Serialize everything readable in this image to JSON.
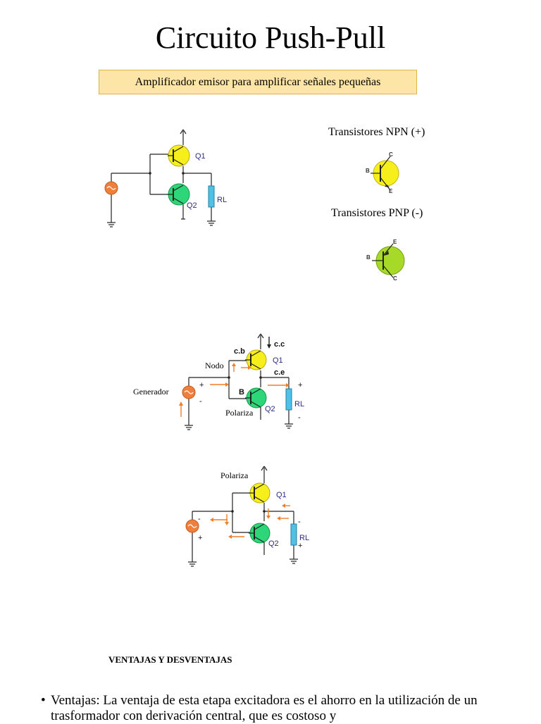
{
  "title": "Circuito Push-Pull",
  "subtitle": "Amplificador emisor para amplificar señales pequeñas",
  "npn": {
    "title": "Transistores NPN (+)",
    "b": "B",
    "c": "C",
    "e": "E"
  },
  "pnp": {
    "title": "Transistores PNP (-)",
    "b": "B",
    "c": "C",
    "e": "E"
  },
  "diagram1": {
    "q1": "Q1",
    "q2": "Q2",
    "rl": "RL"
  },
  "diagram2": {
    "cc": "c.c",
    "cb": "c.b",
    "ce": "c.e",
    "q1": "Q1",
    "q2": "Q2",
    "rl": "RL",
    "nodo": "Nodo",
    "generador": "Generador",
    "polariza": "Polariza",
    "b": "B",
    "plus": "+",
    "minus": "-"
  },
  "diagram3": {
    "polariza": "Polariza",
    "q1": "Q1",
    "q2": "Q2",
    "rl": "RL",
    "plus": "+",
    "minus": "-"
  },
  "section_title": "VENTAJAS Y DESVENTAJAS",
  "bullet": {
    "mark": "•",
    "text": "Ventajas: La ventaja de esta etapa excitadora  es el ahorro en la utilización de un trasformador con derivación central, que es costoso y"
  },
  "colors": {
    "npn_fill": "#f7ef1c",
    "pnp_fill": "#2ed67a",
    "pnp_fill2": "#a7d928",
    "arrow": "#ef7f2a",
    "rl": "#4fc0e6",
    "label": "#2c2c8a"
  }
}
